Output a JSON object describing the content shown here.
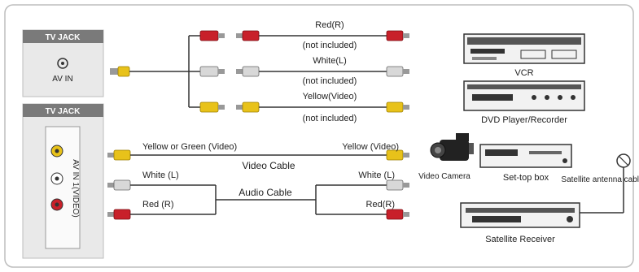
{
  "panels": {
    "top_jack_title": "TV JACK",
    "top_jack_label": "AV IN",
    "bottom_jack_title": "TV JACK",
    "bottom_jack_vertical": "AV IN 1(VIDEO)"
  },
  "top_cables": {
    "red_label": "Red(R)",
    "red_note": "(not included)",
    "white_label": "White(L)",
    "white_note": "(not included)",
    "yellow_label": "Yellow(Video)",
    "yellow_note": "(not included)"
  },
  "bottom_cables": {
    "video_left_label": "Yellow or Green (Video)",
    "video_right_label": "Yellow (Video)",
    "video_cable_label": "Video Cable",
    "white_left_label": "White (L)",
    "white_right_label": "White (L)",
    "audio_cable_label": "Audio Cable",
    "red_left_label": "Red (R)",
    "red_right_label": "Red(R)"
  },
  "devices": {
    "vcr": "VCR",
    "dvd": "DVD Player/Recorder",
    "camera": "Video Camera",
    "settop": "Set-top box",
    "satellite_cable": "Satellite antenna cable",
    "satellite_receiver": "Satellite Receiver"
  },
  "colors": {
    "red_plug": "#c8202a",
    "yellow_plug": "#e8c21a",
    "white_plug": "#d8d8d8",
    "panel_header": "#7a7a7a",
    "panel_bg": "#e9e9e9"
  }
}
